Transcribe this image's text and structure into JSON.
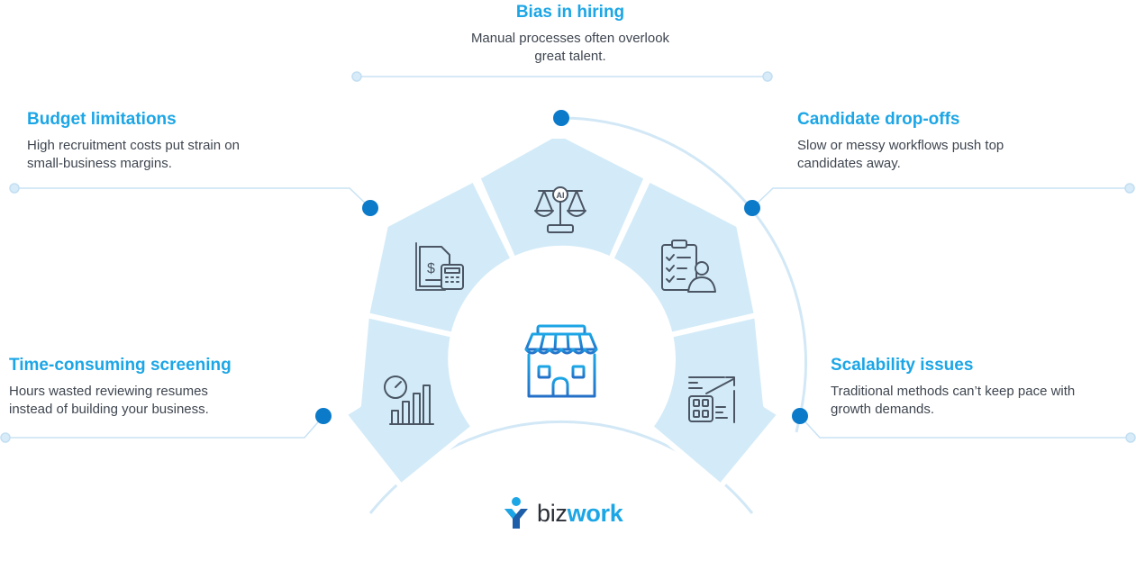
{
  "callouts": {
    "bias": {
      "title": "Bias in hiring",
      "text": "Manual processes often overlook great talent."
    },
    "budget": {
      "title": "Budget limitations",
      "text": "High recruitment costs put strain on small-business margins."
    },
    "dropoffs": {
      "title": "Candidate drop-offs",
      "text": "Slow or messy workflows push top candidates away."
    },
    "screening": {
      "title": "Time-consuming screening",
      "text": "Hours wasted reviewing resumes instead of building your business."
    },
    "scalability": {
      "title": "Scalability issues",
      "text": "Traditional methods can’t keep pace with growth demands."
    }
  },
  "icons": {
    "scale_badge": "AI",
    "center": "storefront-icon",
    "segments": [
      "ai-scale-icon",
      "invoice-calculator-icon",
      "checklist-person-icon",
      "speedometer-bar-chart-icon",
      "growth-dashboard-icon"
    ]
  },
  "logo": {
    "part1": "biz",
    "part2": "work"
  },
  "colors": {
    "accent": "#1ca6e6",
    "dot": "#0b7ac9",
    "segment_fill": "#d3ebf8",
    "ring": "#cfe6f5",
    "line": "#c8e2f4",
    "text": "#3f4650",
    "icon": "#4b5563"
  }
}
